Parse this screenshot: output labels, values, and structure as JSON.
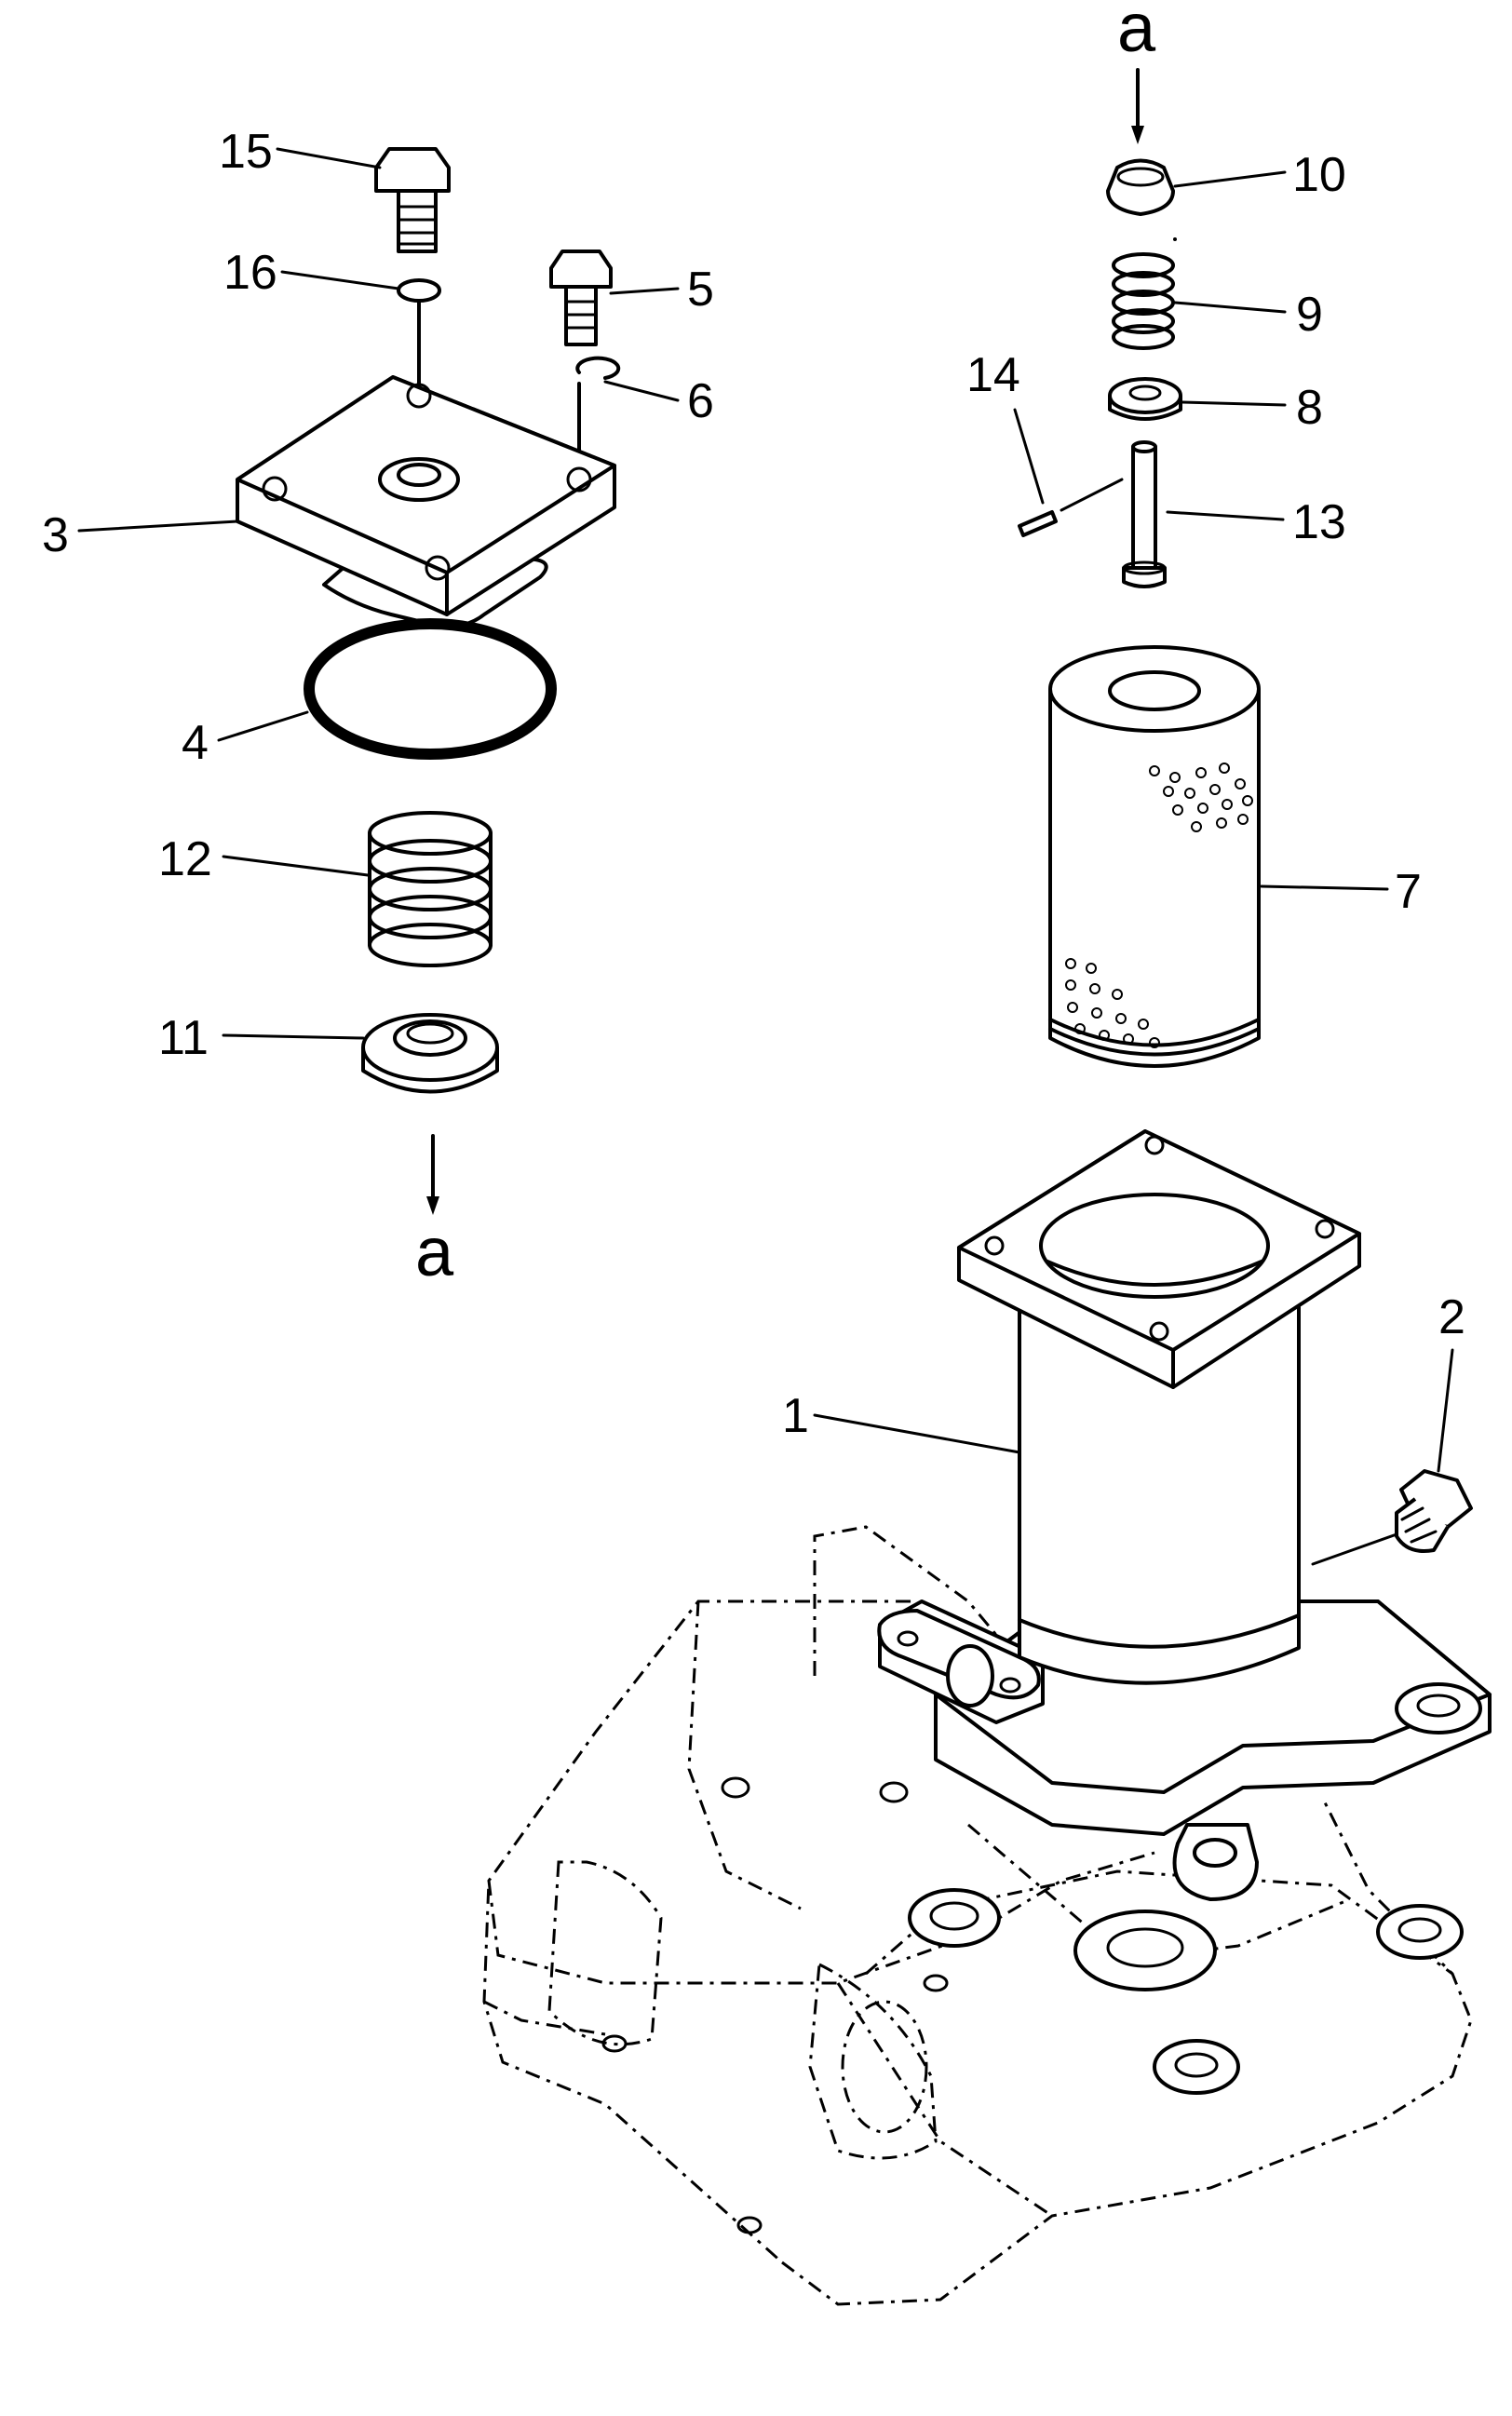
{
  "labels": {
    "l1": "1",
    "l2": "2",
    "l3": "3",
    "l4": "4",
    "l5": "5",
    "l6": "6",
    "l7": "7",
    "l8": "8",
    "l9": "9",
    "l10": "10",
    "l11": "11",
    "l12": "12",
    "l13": "13",
    "l14": "14",
    "l15": "15",
    "l16": "16"
  },
  "ref_marks": {
    "top": "a",
    "bottom": "a"
  }
}
